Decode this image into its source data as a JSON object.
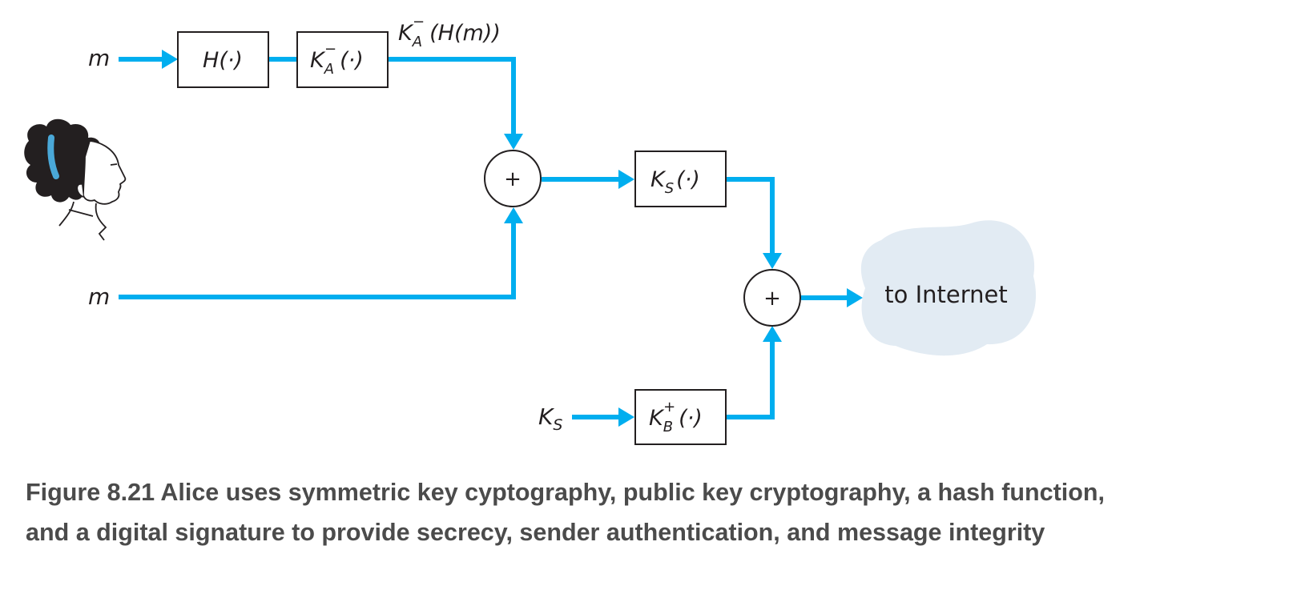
{
  "diagram": {
    "inputs": {
      "m_top": "m",
      "m_bottom": "m",
      "ks": "K",
      "ks_sub": "S"
    },
    "boxes": {
      "hash": "H(·)",
      "private_key": {
        "k": "K",
        "sub": "A",
        "sup": "−",
        "arg": "(·)"
      },
      "session_key": {
        "k": "K",
        "sub": "S",
        "arg": "(·)"
      },
      "public_key_b": {
        "k": "K",
        "sub": "B",
        "sup": "+",
        "arg": "(·)"
      }
    },
    "signature_label": {
      "k": "K",
      "sub": "A",
      "sup": "−",
      "arg": "(H(m))"
    },
    "operators": {
      "concat_1": "+",
      "concat_2": "+"
    },
    "cloud_label": "to Internet",
    "colors": {
      "flow": "#00aeef",
      "cloud": "#e2ebf3",
      "box_stroke": "#231f20",
      "hair": "#231f20",
      "headband": "#4aa8d8"
    }
  },
  "caption": {
    "line1": "Figure 8.21 Alice uses symmetric key cyptography, public key cryptography, a hash function,",
    "line2": "and a digital signature to provide secrecy, sender authentication, and message integrity"
  }
}
